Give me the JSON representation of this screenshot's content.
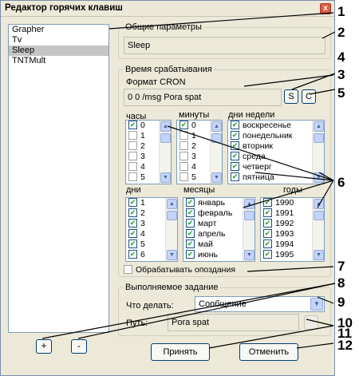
{
  "window": {
    "title": "Редактор горячих клавиш",
    "close_glyph": "x"
  },
  "hotkeys_list": [
    "Grapher",
    "Tv",
    "Sleep",
    "TNTMult"
  ],
  "selected_index": 2,
  "list_buttons": {
    "add": "+",
    "remove": "-"
  },
  "general": {
    "title": "Общие параметры",
    "name_value": "Sleep"
  },
  "trigger": {
    "title": "Время срабатывания",
    "cron_label": "Формат CRON",
    "cron_value": "0 0 /msg Pora spat",
    "btn_s": "S",
    "btn_c": "C"
  },
  "hours": {
    "label": "часы",
    "items": [
      {
        "v": "0",
        "c": true
      },
      {
        "v": "1",
        "c": false
      },
      {
        "v": "2",
        "c": false
      },
      {
        "v": "3",
        "c": false
      },
      {
        "v": "4",
        "c": false
      },
      {
        "v": "5",
        "c": false
      }
    ]
  },
  "minutes": {
    "label": "минуты",
    "items": [
      {
        "v": "0",
        "c": true
      },
      {
        "v": "1",
        "c": false
      },
      {
        "v": "2",
        "c": false
      },
      {
        "v": "3",
        "c": false
      },
      {
        "v": "4",
        "c": false
      },
      {
        "v": "5",
        "c": false
      }
    ]
  },
  "weekdays": {
    "label": "дни недели",
    "items": [
      {
        "v": "воскресенье",
        "c": true
      },
      {
        "v": "понедельник",
        "c": true
      },
      {
        "v": "вторник",
        "c": true
      },
      {
        "v": "среда",
        "c": true
      },
      {
        "v": "четверг",
        "c": true
      },
      {
        "v": "пятница",
        "c": true
      }
    ]
  },
  "days": {
    "label": "дни",
    "items": [
      {
        "v": "1",
        "c": true
      },
      {
        "v": "2",
        "c": true
      },
      {
        "v": "3",
        "c": true
      },
      {
        "v": "4",
        "c": true
      },
      {
        "v": "5",
        "c": true
      },
      {
        "v": "6",
        "c": true
      }
    ]
  },
  "months": {
    "label": "месяцы",
    "items": [
      {
        "v": "январь",
        "c": true
      },
      {
        "v": "февраль",
        "c": true
      },
      {
        "v": "март",
        "c": true
      },
      {
        "v": "апрель",
        "c": true
      },
      {
        "v": "май",
        "c": true
      },
      {
        "v": "июнь",
        "c": true
      }
    ]
  },
  "years": {
    "label": "годы",
    "items": [
      {
        "v": "1990",
        "c": true
      },
      {
        "v": "1991",
        "c": true
      },
      {
        "v": "1992",
        "c": true
      },
      {
        "v": "1993",
        "c": true
      },
      {
        "v": "1994",
        "c": true
      },
      {
        "v": "1995",
        "c": true
      }
    ]
  },
  "late_label": "Обрабатывать опоздания",
  "task": {
    "title": "Выполняемое задание",
    "action_label": "Что делать:",
    "action_value": "Сообщение",
    "path_label": "Путь:",
    "path_value": "Pora spat"
  },
  "buttons": {
    "ok": "Принять",
    "cancel": "Отменить"
  },
  "callouts": [
    "1",
    "2",
    "3",
    "4",
    "5",
    "6",
    "7",
    "8",
    "9",
    "10",
    "11",
    "12"
  ],
  "colors": {
    "window_bg": "#ece9d8",
    "selection": "#c5c5c5",
    "check": "#21a121",
    "close": "#e25b43"
  }
}
